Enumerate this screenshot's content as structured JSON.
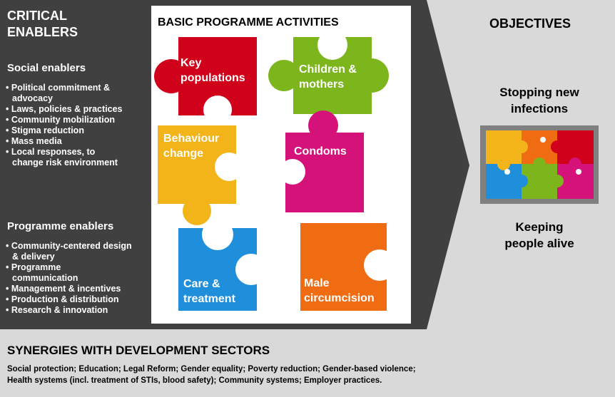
{
  "critical": {
    "title_line1": "CRITICAL",
    "title_line2": "ENABLERS",
    "social_heading": "Social enablers",
    "social_items": [
      "Political commitment & advocacy",
      "Laws, policies & practices",
      "Community mobilization",
      "Stigma reduction",
      "Mass media",
      "Local responses, to change risk environment"
    ],
    "programme_heading": "Programme enablers",
    "programme_items": [
      "Community-centered design & delivery",
      "Programme communication",
      "Management & incentives",
      "Production & distribution",
      "Research & innovation"
    ]
  },
  "basic": {
    "title": "BASIC PROGRAMME ACTIVITIES",
    "pieces": [
      {
        "label_line1": "Key",
        "label_line2": "populations",
        "color": "#d0021b"
      },
      {
        "label_line1": "Children &",
        "label_line2": "mothers",
        "color": "#7cb51c"
      },
      {
        "label_line1": "Behaviour",
        "label_line2": "change",
        "color": "#f2b418"
      },
      {
        "label_line1": "Condoms",
        "label_line2": "",
        "color": "#d4127a"
      },
      {
        "label_line1": "Care &",
        "label_line2": "treatment",
        "color": "#1f8fdc"
      },
      {
        "label_line1": "Male",
        "label_line2": "circumcision",
        "color": "#ef6c12"
      }
    ]
  },
  "objectives": {
    "title": "OBJECTIVES",
    "obj1_line1": "Stopping new",
    "obj1_line2": "infections",
    "obj2_line1": "Keeping",
    "obj2_line2": "people alive"
  },
  "synergies": {
    "title": "SYNERGIES WITH DEVELOPMENT SECTORS",
    "line1": "Social protection; Education; Legal Reform; Gender equality; Poverty reduction; Gender-based violence;",
    "line2": "Health systems (incl. treatment of STIs, blood safety); Community systems; Employer practices."
  },
  "colors": {
    "background": "#d9d9d9",
    "arrow": "#404040",
    "panel": "#ffffff",
    "puzzle_icon_frame": "#808080"
  }
}
